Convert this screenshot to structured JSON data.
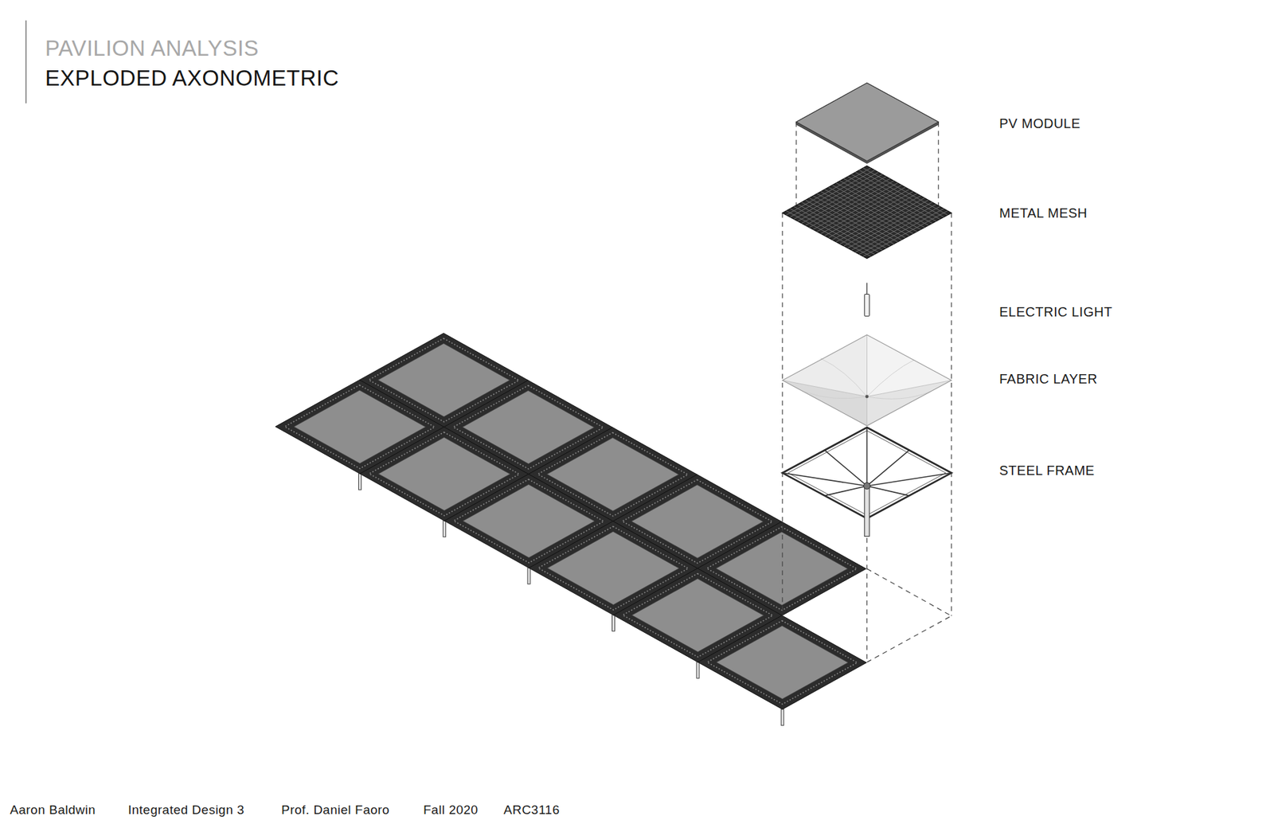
{
  "diagram": {
    "title": "EXPLODED AXONOMETRIC",
    "labels": [
      "PAVILION ANALYSIS",
      "PV MODULE",
      "METAL MESH",
      "ELECTRIC LIGHT",
      "FABRIC LAYER",
      "STEEL FRAME",
      "Aaron Baldwin",
      "Integrated Design 3",
      "Prof. Daniel Faoro",
      "Fall 2020",
      "ARC3116"
    ]
  }
}
